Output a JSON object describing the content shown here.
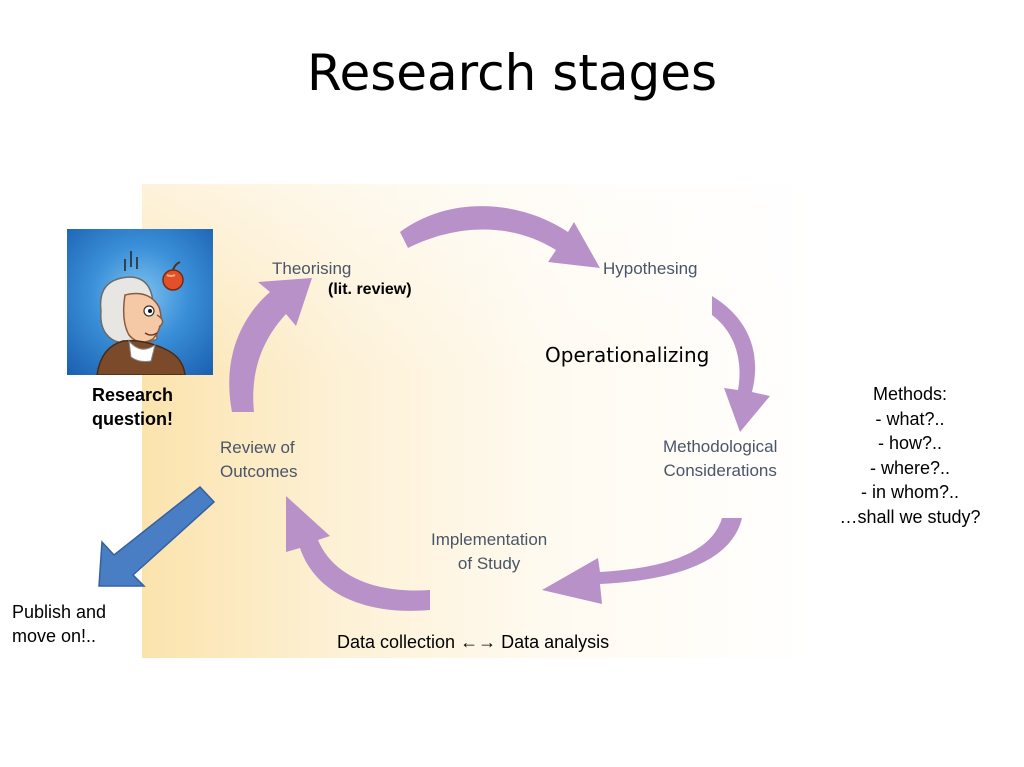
{
  "title": "Research stages",
  "stages": {
    "theorising": "Theorising",
    "hypothesing": "Hypothesing",
    "methodological": [
      "Methodological",
      "Considerations"
    ],
    "implementation": [
      "Implementation",
      "of Study"
    ],
    "review": [
      "Review of",
      "Outcomes"
    ]
  },
  "annotations": {
    "lit_review": "(lit. review)",
    "operationalizing": "Operationalizing",
    "research_question": [
      "Research",
      "question!"
    ],
    "publish": [
      "Publish and",
      "move on!.."
    ],
    "data": "Data collection ←→ Data analysis"
  },
  "methods": {
    "lines": [
      "Methods:",
      "- what?..",
      "- how?..",
      "- where?..",
      "- in whom?..",
      "…shall we study?"
    ]
  },
  "colors": {
    "arrow": "#b991c9",
    "stage_text": "#4a5567",
    "blue_arrow": "#4a7ec4",
    "panel": "#fbe3ad"
  },
  "icons": {
    "avatar": "scientist-with-apple-cartoon"
  }
}
